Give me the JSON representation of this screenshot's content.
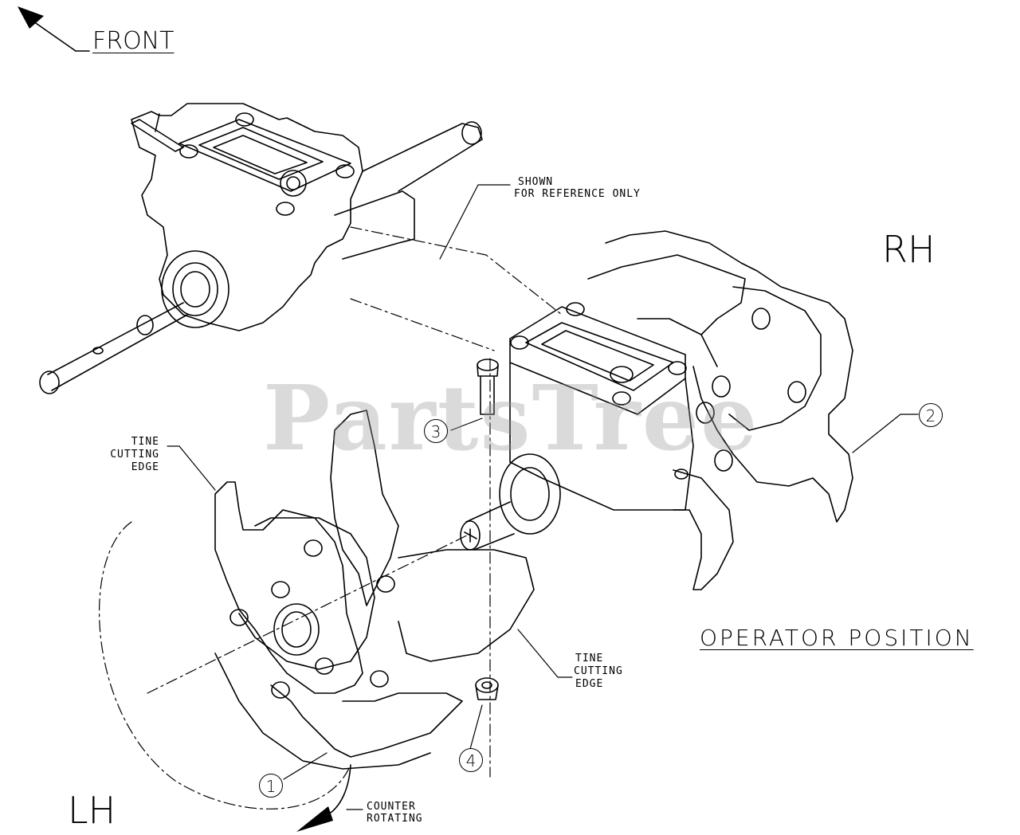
{
  "labels": {
    "front": "FRONT",
    "shown_ref_line1": "SHOWN",
    "shown_ref_line2": "FOR REFERENCE ONLY",
    "rh": "RH",
    "lh": "LH",
    "operator_position": "OPERATOR POSITION",
    "tine_cutting_edge_left": [
      "TINE",
      "CUTTING",
      "EDGE"
    ],
    "tine_cutting_edge_right": [
      "TINE",
      "CUTTING",
      "EDGE"
    ],
    "counter_rotating": [
      "COUNTER",
      "ROTATING"
    ]
  },
  "callouts": [
    "1",
    "2",
    "3",
    "4"
  ],
  "watermark": "PartsTree",
  "colors": {
    "line": "#000000",
    "background": "#ffffff",
    "watermark": "#969696"
  }
}
